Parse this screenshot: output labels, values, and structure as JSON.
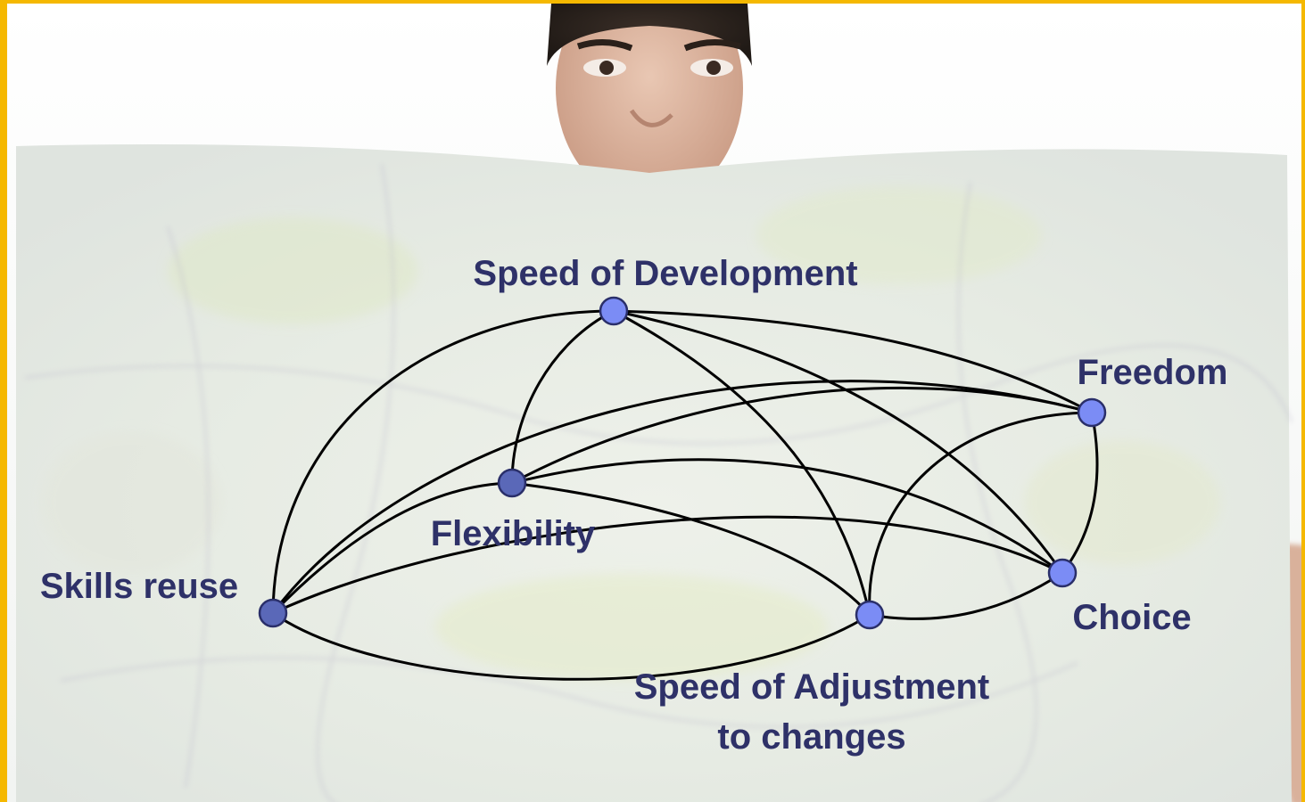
{
  "diagram": {
    "nodes": [
      {
        "id": "speed-dev",
        "label": "Speed of Development"
      },
      {
        "id": "freedom",
        "label": "Freedom"
      },
      {
        "id": "flexibility",
        "label": "Flexibility"
      },
      {
        "id": "skills",
        "label": "Skills reuse"
      },
      {
        "id": "adjust",
        "label_lines": [
          "Speed of Adjustment",
          "to changes"
        ]
      },
      {
        "id": "choice",
        "label": "Choice"
      }
    ],
    "edges": [
      [
        "skills",
        "speed-dev"
      ],
      [
        "skills",
        "freedom"
      ],
      [
        "skills",
        "flexibility"
      ],
      [
        "skills",
        "choice"
      ],
      [
        "skills",
        "adjust"
      ],
      [
        "speed-dev",
        "flexibility"
      ],
      [
        "speed-dev",
        "freedom"
      ],
      [
        "speed-dev",
        "choice"
      ],
      [
        "speed-dev",
        "adjust"
      ],
      [
        "flexibility",
        "freedom"
      ],
      [
        "flexibility",
        "choice"
      ],
      [
        "flexibility",
        "adjust"
      ],
      [
        "freedom",
        "choice"
      ],
      [
        "freedom",
        "adjust"
      ],
      [
        "adjust",
        "choice"
      ]
    ],
    "colors": {
      "node_fill_light": "#7b8cf5",
      "node_fill_dark": "#5a68b8",
      "node_stroke": "#2a2f6a",
      "edge": "#000000",
      "label": "#2e3168",
      "frame": "#f5b800"
    }
  }
}
